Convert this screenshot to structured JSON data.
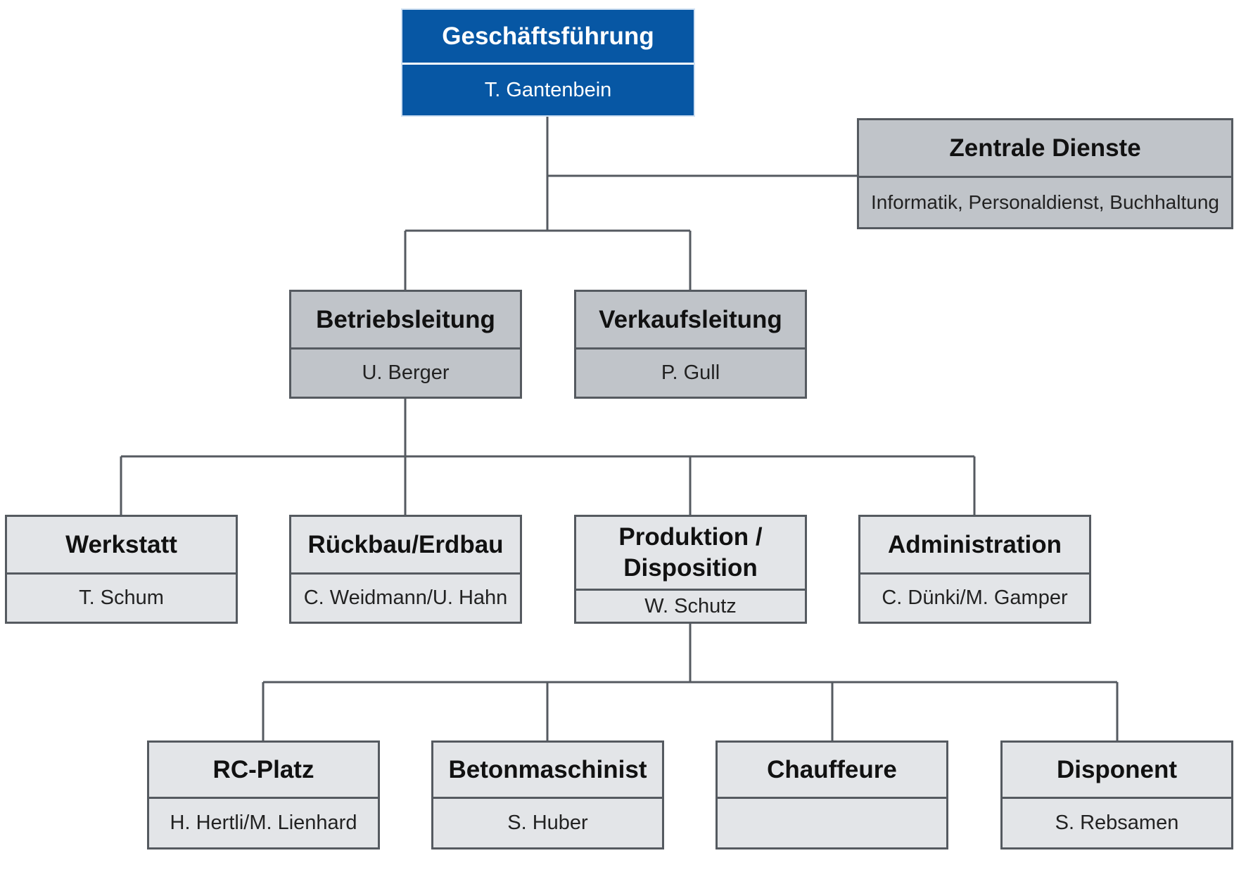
{
  "colors": {
    "top_fill": "#0757a4",
    "level1_fill": "#c0c4c9",
    "level2_fill": "#e3e5e8",
    "border": "#555a60",
    "connector": "#555a60"
  },
  "org": {
    "top": {
      "title": "Geschäftsführung",
      "person": "T. Gantenbein"
    },
    "staff": {
      "title": "Zentrale Dienste",
      "person": "Informatik, Personaldienst, Buchhaltung"
    },
    "level1": [
      {
        "title": "Betriebsleitung",
        "person": "U. Berger"
      },
      {
        "title": "Verkaufsleitung",
        "person": "P. Gull"
      }
    ],
    "level2": [
      {
        "title": "Werkstatt",
        "person": "T. Schum"
      },
      {
        "title": "Rückbau/Erdbau",
        "person": "C. Weidmann/U. Hahn"
      },
      {
        "title": "Produktion / Disposition",
        "person": "W. Schutz"
      },
      {
        "title": "Administration",
        "person": "C. Dünki/M. Gamper"
      }
    ],
    "level3": [
      {
        "title": "RC-Platz",
        "person": "H. Hertli/M. Lienhard"
      },
      {
        "title": "Betonmaschinist",
        "person": "S. Huber"
      },
      {
        "title": "Chauffeure",
        "person": ""
      },
      {
        "title": "Disponent",
        "person": "S. Rebsamen"
      }
    ]
  }
}
